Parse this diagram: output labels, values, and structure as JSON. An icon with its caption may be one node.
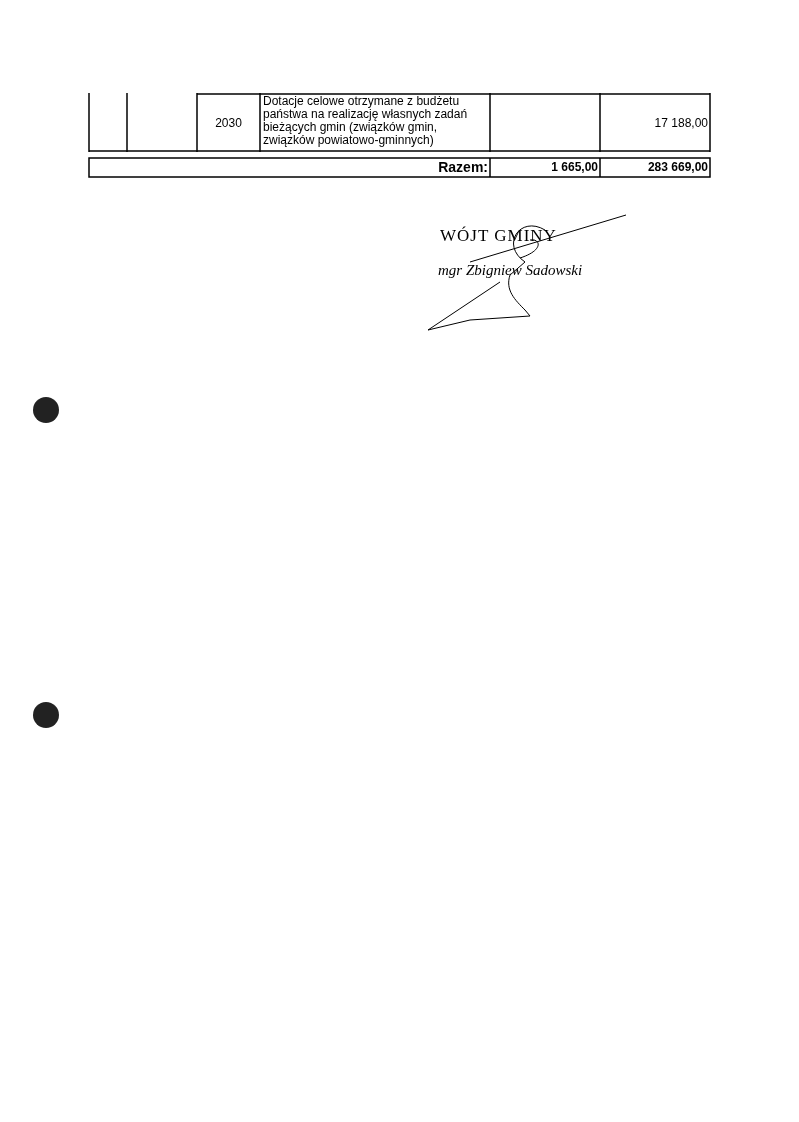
{
  "diagram": {
    "labels": [
      "2030",
      "Dotacje celowe otrzymane z budżetu państwa na realizację własnych zadań bieżących gmin (związków gmin, związków powiatowo-gminnych)",
      "17 188,00",
      "Razem:",
      "1 665,00",
      "283 669,00",
      "WÓJT GMINY",
      "mgr Zbigniew Sadowski"
    ]
  }
}
